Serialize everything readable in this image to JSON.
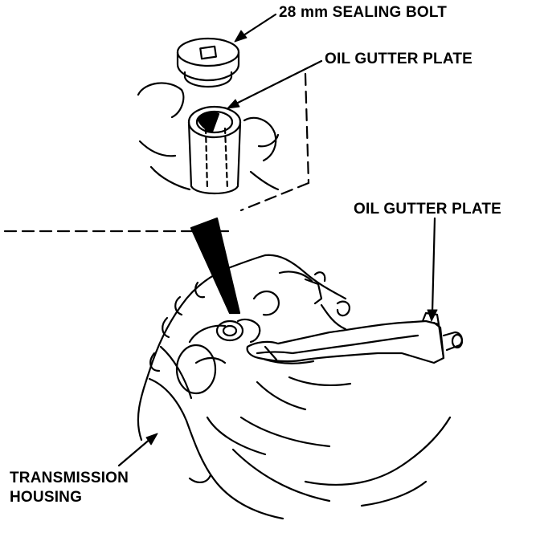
{
  "labels": {
    "sealing_bolt": "28 mm SEALING BOLT",
    "oil_gutter_plate_detail": "OIL GUTTER PLATE",
    "oil_gutter_plate": "OIL GUTTER PLATE",
    "transmission_housing_line1": "TRANSMISSION",
    "transmission_housing_line2": "HOUSING"
  },
  "colors": {
    "ink": "#000000",
    "paper": "#ffffff"
  }
}
